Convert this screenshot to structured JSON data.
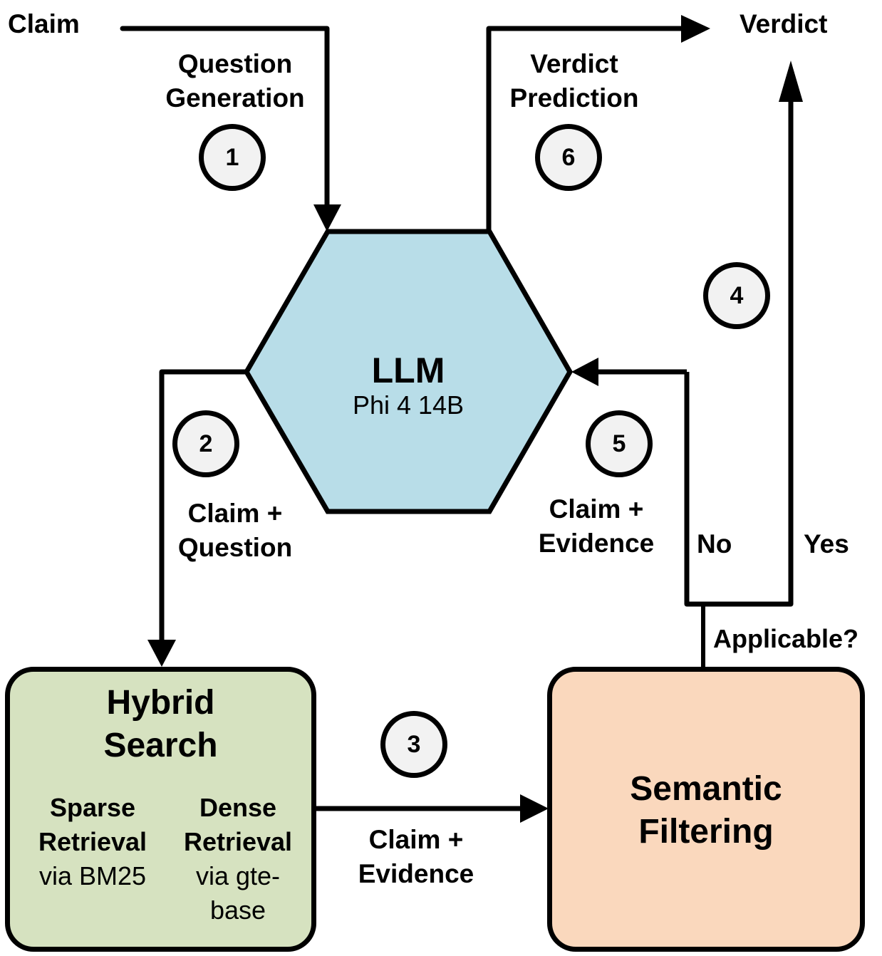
{
  "colors": {
    "llm_fill": "#b8dde8",
    "hybrid_fill": "#d6e2c0",
    "semantic_fill": "#fad8bd",
    "badge_fill": "#f2f2f2",
    "stroke": "#000000"
  },
  "inputs": {
    "claim": "Claim"
  },
  "outputs": {
    "verdict": "Verdict"
  },
  "nodes": {
    "llm": {
      "title": "LLM",
      "subtitle": "Phi 4 14B"
    },
    "hybrid_search": {
      "title_line1": "Hybrid",
      "title_line2": "Search",
      "sparse": {
        "line1": "Sparse",
        "line2": "Retrieval",
        "line3": "via BM25"
      },
      "dense": {
        "line1": "Dense",
        "line2": "Retrieval",
        "line3": "via gte-",
        "line4": "base"
      }
    },
    "semantic_filtering": {
      "title_line1": "Semantic",
      "title_line2": "Filtering"
    }
  },
  "steps": [
    {
      "number": "1",
      "label_line1": "Question",
      "label_line2": "Generation"
    },
    {
      "number": "2",
      "label_line1": "Claim +",
      "label_line2": "Question"
    },
    {
      "number": "3",
      "label_line1": "Claim +",
      "label_line2": "Evidence"
    },
    {
      "number": "4"
    },
    {
      "number": "5",
      "label_line1": "Claim +",
      "label_line2": "Evidence"
    },
    {
      "number": "6",
      "label_line1": "Verdict",
      "label_line2": "Prediction"
    }
  ],
  "decision": {
    "question": "Applicable?",
    "no": "No",
    "yes": "Yes"
  }
}
